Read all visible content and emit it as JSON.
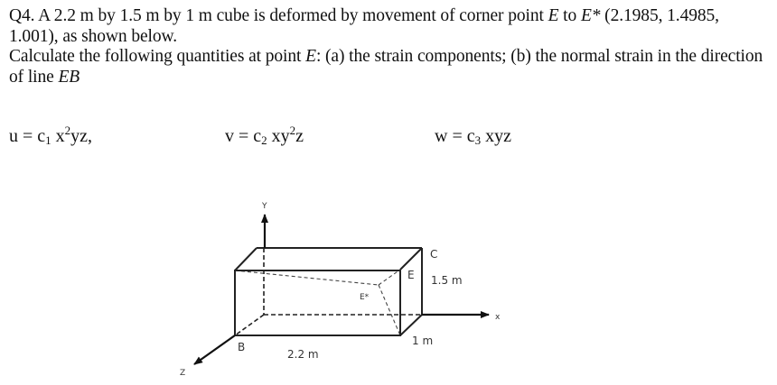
{
  "question": {
    "number": "Q4.",
    "line1_pre": "A 2.2 m by 1.5 m by 1 m cube is deformed by movement of corner point ",
    "point_E": "E",
    "line1_mid": " to ",
    "point_Estar": "E*",
    "line1_post": " (2.1985, 1.4985, 1.001), as shown below.",
    "line2_pre": "Calculate the following quantities at point ",
    "line2_point": "E",
    "line2_post": ": (a) the strain components; (b) the normal strain in the direction of line ",
    "line2_line": "EB"
  },
  "equations": {
    "u": {
      "lhs": "u = c",
      "sub": "1",
      "mid": " x",
      "sup": "2",
      "rest": "yz,"
    },
    "v": {
      "lhs": "v = c",
      "sub": "2",
      "mid": " xy",
      "sup": "2",
      "rest": "z"
    },
    "w": {
      "lhs": "w = c",
      "sub": "3",
      "mid": " xyz",
      "sup": "",
      "rest": ""
    }
  },
  "diagram": {
    "axis_labels": {
      "x": "x",
      "y": "Y",
      "z": "Z"
    },
    "point_labels": {
      "B": "B",
      "C": "C",
      "E": "E",
      "E_star": "E*"
    },
    "dimensions": {
      "length": "2.2 m",
      "height": "1.5 m",
      "depth": "1 m"
    }
  }
}
